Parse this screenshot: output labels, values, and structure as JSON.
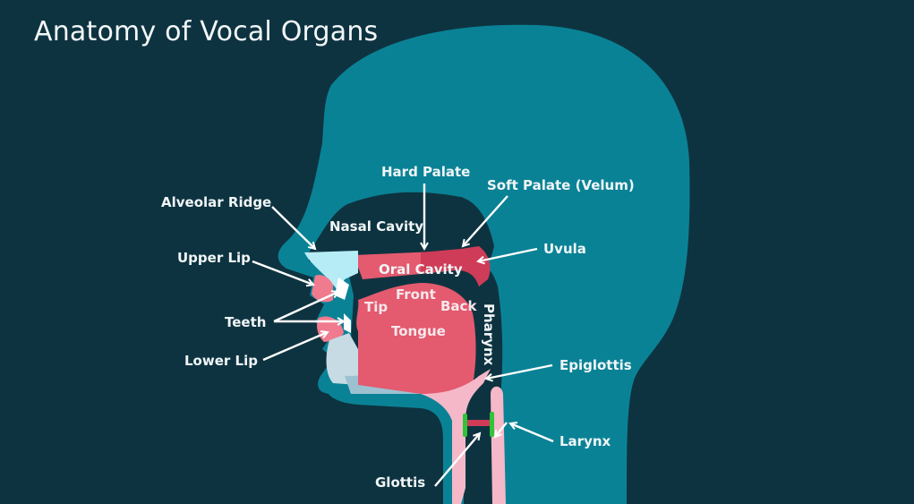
{
  "title": "Anatomy of Vocal Organs",
  "colors": {
    "background": "#0e3340",
    "head": "#0a8296",
    "cavity_dark": "#0e3340",
    "tissue_pink": "#e45a6e",
    "palate_red": "#cf3c58",
    "light_pink": "#f5b8c8",
    "alveolar": "#b6ecf6",
    "jaw_light": "#c6dbe4",
    "teeth": "#ffffff",
    "vocal_folds_green": "#2fc43a",
    "label_text": "#f0f6f7"
  },
  "labels": {
    "hard_palate": "Hard Palate",
    "soft_palate": "Soft Palate (Velum)",
    "alveolar_ridge": "Alveolar Ridge",
    "nasal_cavity": "Nasal Cavity",
    "uvula": "Uvula",
    "upper_lip": "Upper Lip",
    "oral_cavity": "Oral Cavity",
    "front": "Front",
    "tip": "Tip",
    "back": "Back",
    "teeth": "Teeth",
    "tongue": "Tongue",
    "pharynx": "Pharynx",
    "lower_lip": "Lower Lip",
    "epiglottis": "Epiglottis",
    "larynx": "Larynx",
    "glottis": "Glottis"
  }
}
